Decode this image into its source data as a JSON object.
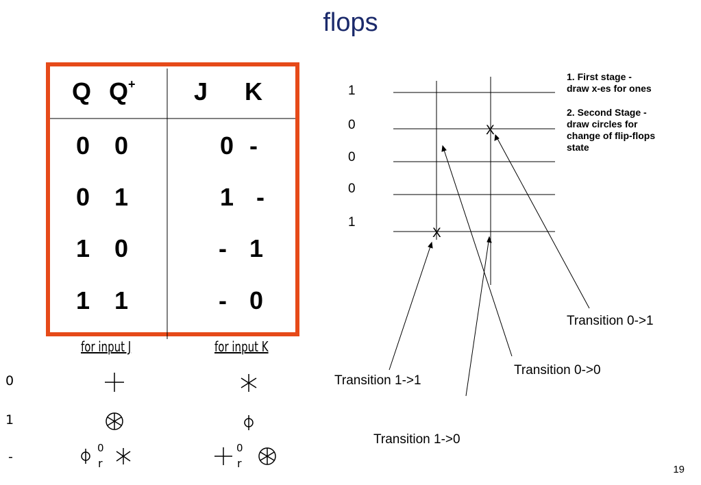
{
  "slide": {
    "title": "flops",
    "page_number": "19"
  },
  "table": {
    "headers": {
      "q": "Q",
      "qplus": "Q",
      "qplus_sup": "+",
      "j": "J",
      "k": "K"
    },
    "rows": [
      {
        "q": "0",
        "qplus": "0",
        "j": "0",
        "k": "-"
      },
      {
        "q": "0",
        "qplus": "1",
        "j": "1",
        "k": "-"
      },
      {
        "q": "1",
        "qplus": "0",
        "j": "-",
        "k": "1"
      },
      {
        "q": "1",
        "qplus": "1",
        "j": "-",
        "k": "0"
      }
    ],
    "border_color": "#e64a19"
  },
  "legend": {
    "col_j": "for input J",
    "col_k": "for input K",
    "rows": [
      {
        "label": "0",
        "j_symbol": "plus",
        "k_symbol": "asterisk"
      },
      {
        "label": "1",
        "j_symbol": "circled-asterisk",
        "k_symbol": "circled-bar"
      },
      {
        "label": "-",
        "j_symbol": "circled-bar-0r-asterisk",
        "k_symbol": "plus-0r-circled-asterisk"
      }
    ],
    "small_zero": "0",
    "small_r": "r"
  },
  "timing": {
    "levels": [
      "1",
      "0",
      "0",
      "0",
      "1"
    ],
    "notes": [
      "1. First stage -",
      "draw x-es for ones",
      "2. Second Stage -",
      "draw circles for",
      "change of flip-flops",
      "state"
    ],
    "marks": [
      "X",
      "X"
    ],
    "transitions": {
      "t01": "Transition 0->1",
      "t00": "Transition 0->0",
      "t11": "Transition 1->1",
      "t10": "Transition 1->0"
    }
  },
  "colors": {
    "title": "#1b2a6b",
    "table_border": "#e64a19"
  }
}
